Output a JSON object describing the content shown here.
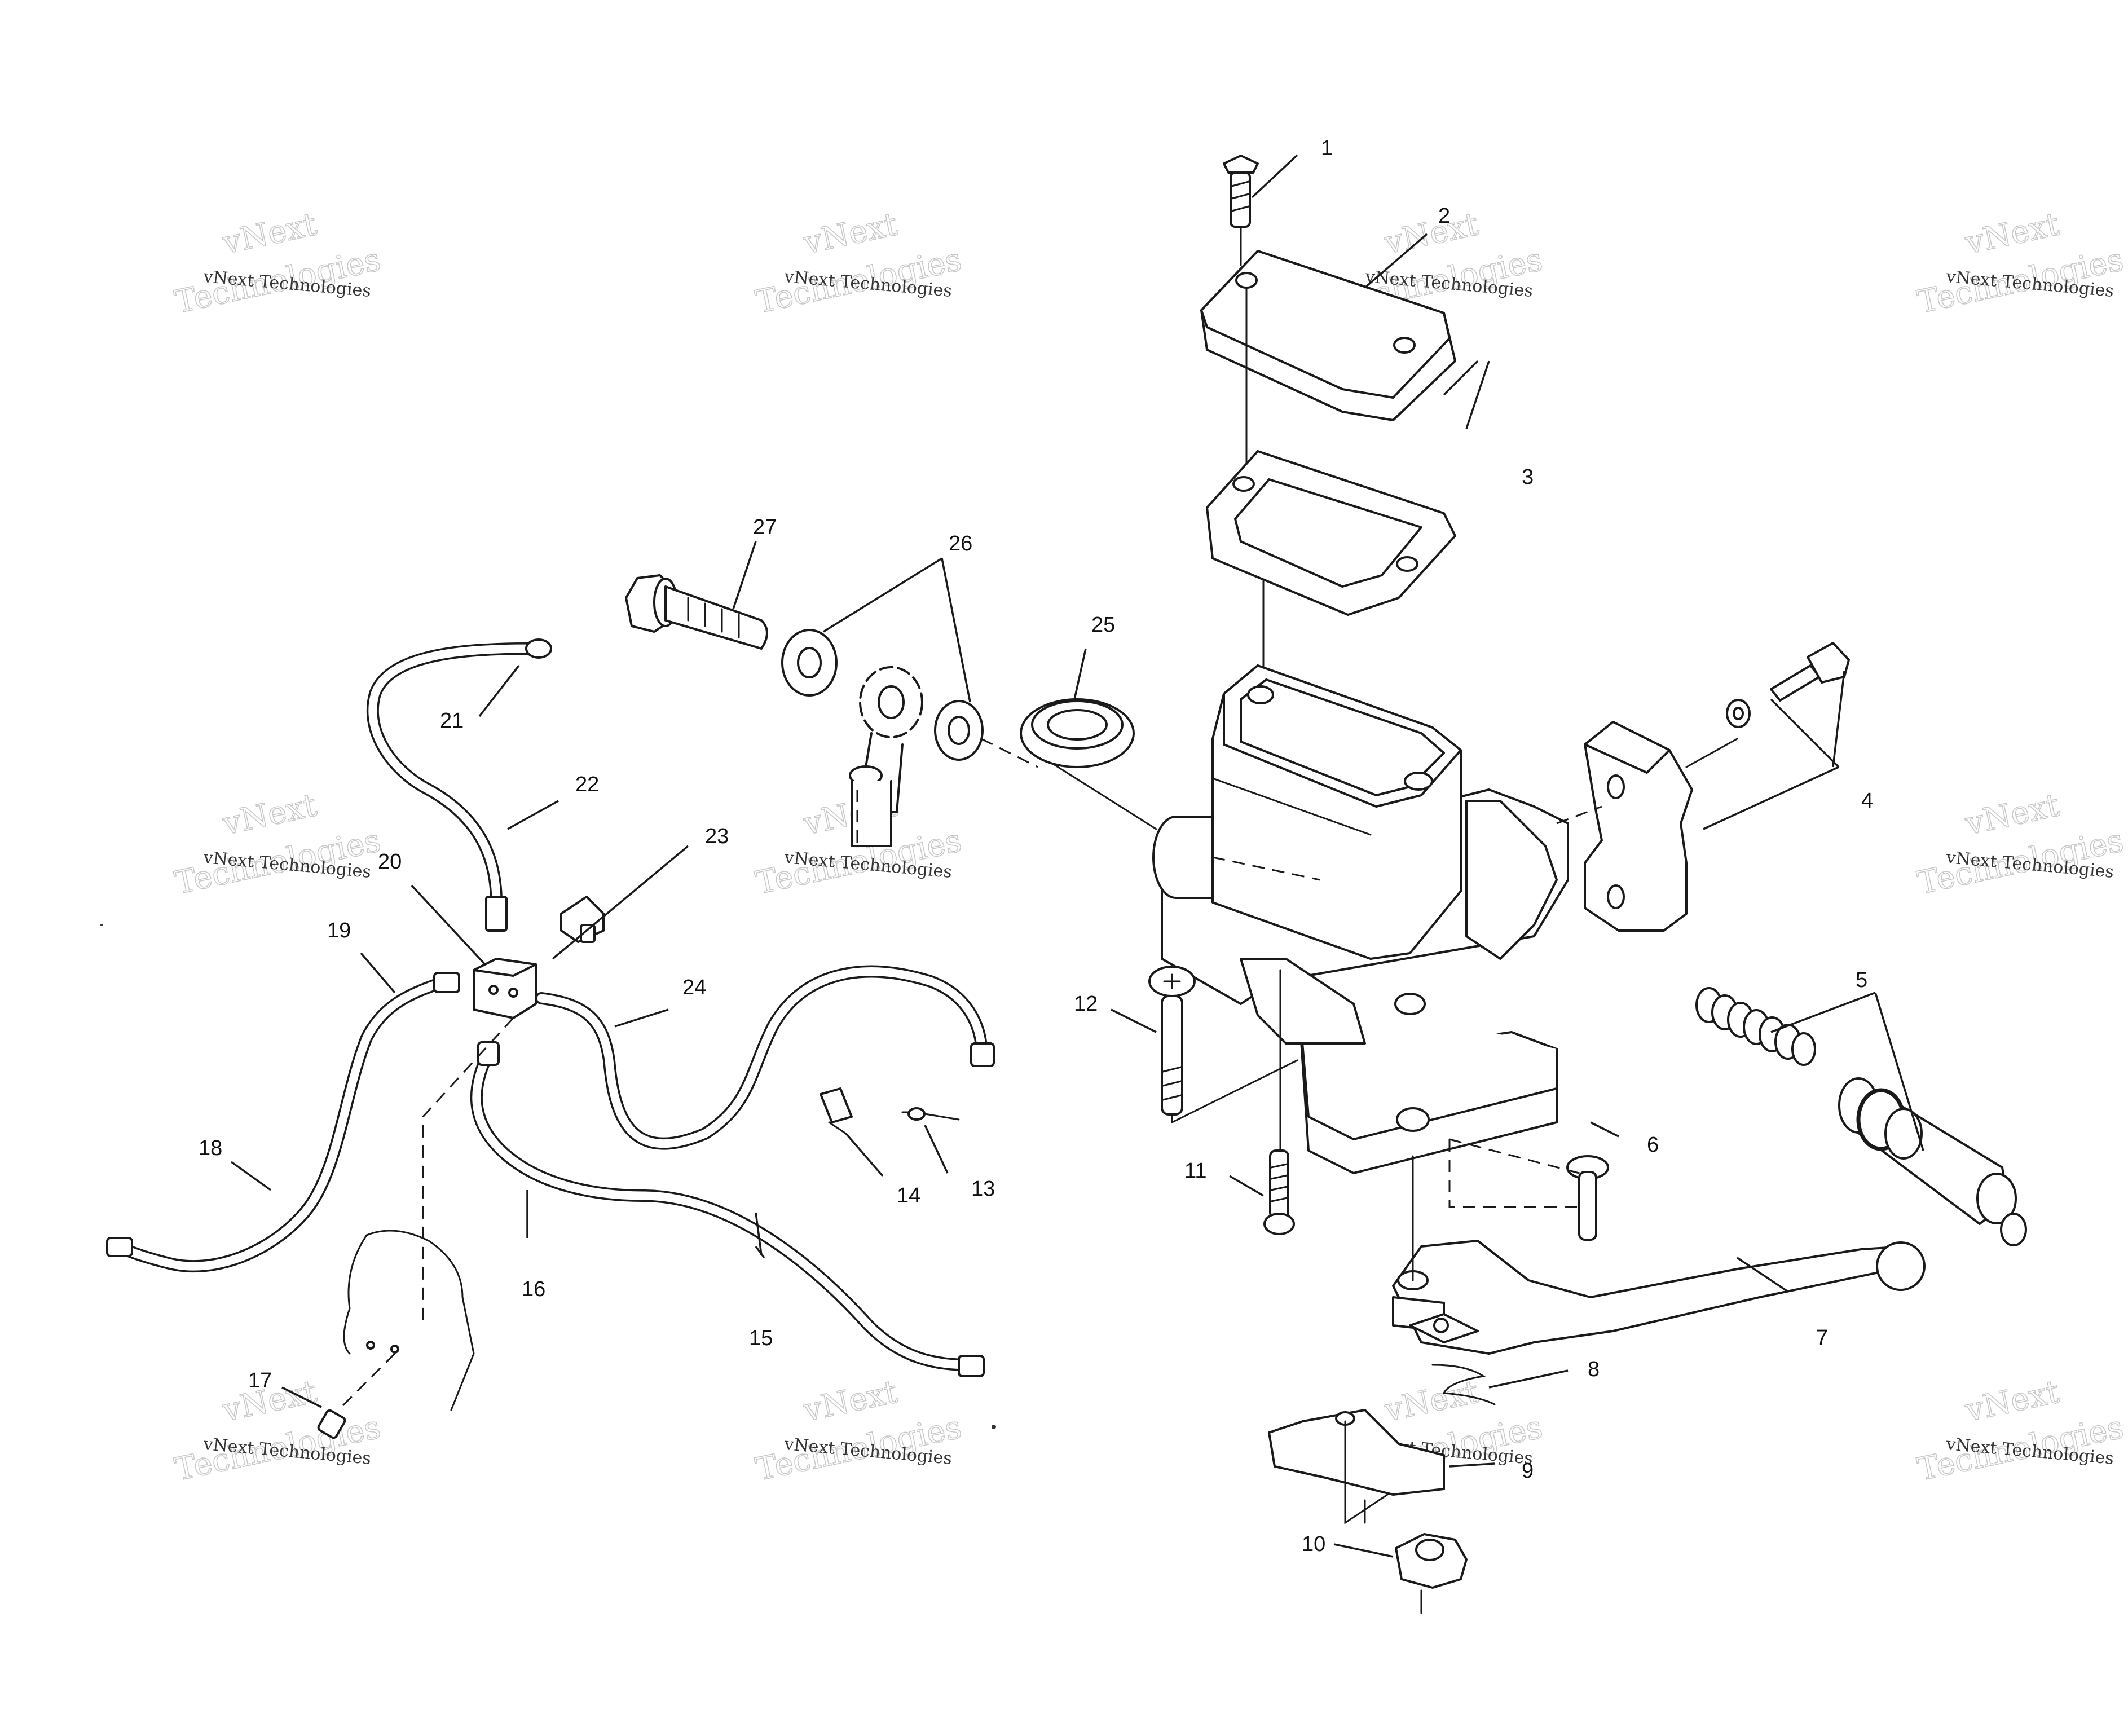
{
  "diagram": {
    "callouts": [
      {
        "id": "1",
        "label": "1"
      },
      {
        "id": "2",
        "label": "2"
      },
      {
        "id": "3",
        "label": "3"
      },
      {
        "id": "4",
        "label": "4"
      },
      {
        "id": "5",
        "label": "5"
      },
      {
        "id": "6",
        "label": "6"
      },
      {
        "id": "7",
        "label": "7"
      },
      {
        "id": "8",
        "label": "8"
      },
      {
        "id": "9",
        "label": "9"
      },
      {
        "id": "10",
        "label": "10"
      },
      {
        "id": "11",
        "label": "11"
      },
      {
        "id": "12",
        "label": "12"
      },
      {
        "id": "13",
        "label": "13"
      },
      {
        "id": "14",
        "label": "14"
      },
      {
        "id": "15",
        "label": "15"
      },
      {
        "id": "16",
        "label": "16"
      },
      {
        "id": "17",
        "label": "17"
      },
      {
        "id": "18",
        "label": "18"
      },
      {
        "id": "19",
        "label": "19"
      },
      {
        "id": "20",
        "label": "20"
      },
      {
        "id": "21",
        "label": "21"
      },
      {
        "id": "22",
        "label": "22"
      },
      {
        "id": "23",
        "label": "23"
      },
      {
        "id": "24",
        "label": "24"
      },
      {
        "id": "25",
        "label": "25"
      },
      {
        "id": "26",
        "label": "26"
      },
      {
        "id": "27",
        "label": "27"
      }
    ],
    "watermark": {
      "line1": "vNext Technologies",
      "big1": "vNext",
      "big2": "Technologies"
    }
  }
}
